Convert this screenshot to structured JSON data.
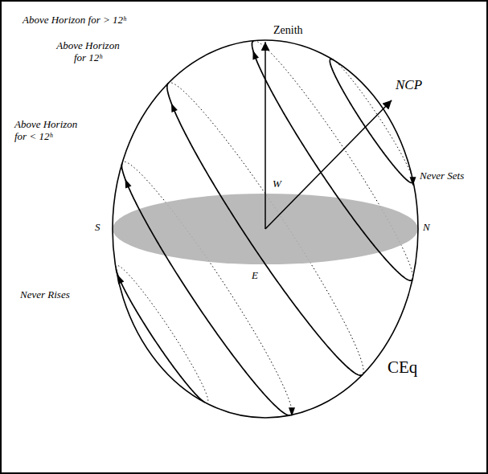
{
  "diagram": {
    "labels": [
      "Zenith",
      "NCP",
      "Above Horizon for > 12ʰ",
      "Above Horizon for 12ʰ",
      "Above Horizon for < 12ʰ",
      "W",
      "Never Sets",
      "S",
      "N",
      "Never Rises",
      "E",
      "CEq"
    ]
  }
}
